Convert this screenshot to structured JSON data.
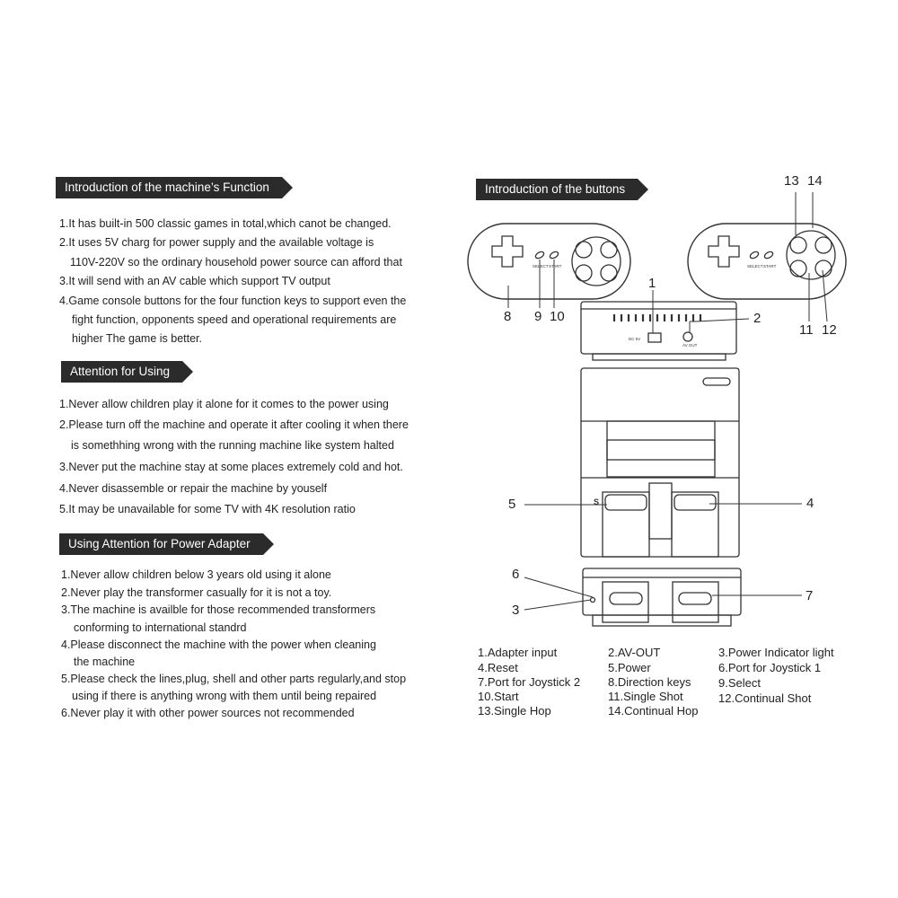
{
  "sections": {
    "machine_function": {
      "title": "Introduction of the machine’s Function",
      "lines": [
        "1.It has built-in 500 classic games in total,which canot be changed.",
        "2.It uses 5V charg for power supply and the available voltage is",
        "110V-220V so the ordinary household power source can afford that",
        "3.It will send with an AV cable which support TV output",
        "4.Game console buttons for the four function keys to support even the",
        "fight function, opponents speed and operational requirements are",
        "higher The game is better."
      ]
    },
    "attention": {
      "title": "Attention for Using",
      "lines": [
        "1.Never allow children play it alone for it comes to the power using",
        "2.Please turn off the machine and operate it after cooling it when there",
        "is somethhing wrong with the running machine like system halted",
        "3.Never put the machine stay at some places extremely cold and hot.",
        "4.Never disassemble or repair the machine by youself",
        "5.It may be unavailable for some TV with 4K resolution ratio"
      ]
    },
    "power_adapter": {
      "title": "Using Attention for Power Adapter",
      "lines": [
        "1.Never allow children below 3 years old using it alone",
        "2.Never play the transformer casually for it is not a toy.",
        "3.The machine is availble for those recommended transformers",
        "conforming to international standrd",
        "4.Please disconnect the machine with the power when cleaning",
        "the machine",
        "5.Please check the lines,plug, shell and other parts regularly,and stop",
        "using if there is anything wrong with them until being repaired",
        "6.Never play it with other power sources not recommended"
      ]
    },
    "buttons": {
      "title": "Introduction of the buttons"
    }
  },
  "diagram": {
    "callouts": [
      "1",
      "2",
      "3",
      "4",
      "5",
      "6",
      "7",
      "8",
      "9",
      "10",
      "11",
      "12",
      "13",
      "14"
    ],
    "small_labels": {
      "select": "SELECT",
      "start": "START",
      "dc": "DC 5V",
      "av": "AV OUT",
      "mark": "S"
    }
  },
  "legend": [
    [
      "1.Adapter input",
      "2.AV-OUT",
      "3.Power Indicator light"
    ],
    [
      "4.Reset",
      "5.Power",
      "6.Port for Joystick 1"
    ],
    [
      "7.Port for Joystick 2",
      "8.Direction keys",
      "9.Select"
    ],
    [
      "10.Start",
      "11.Single Shot",
      "12.Continual Shot"
    ],
    [
      "13.Single Hop",
      "14.Continual Hop"
    ]
  ]
}
